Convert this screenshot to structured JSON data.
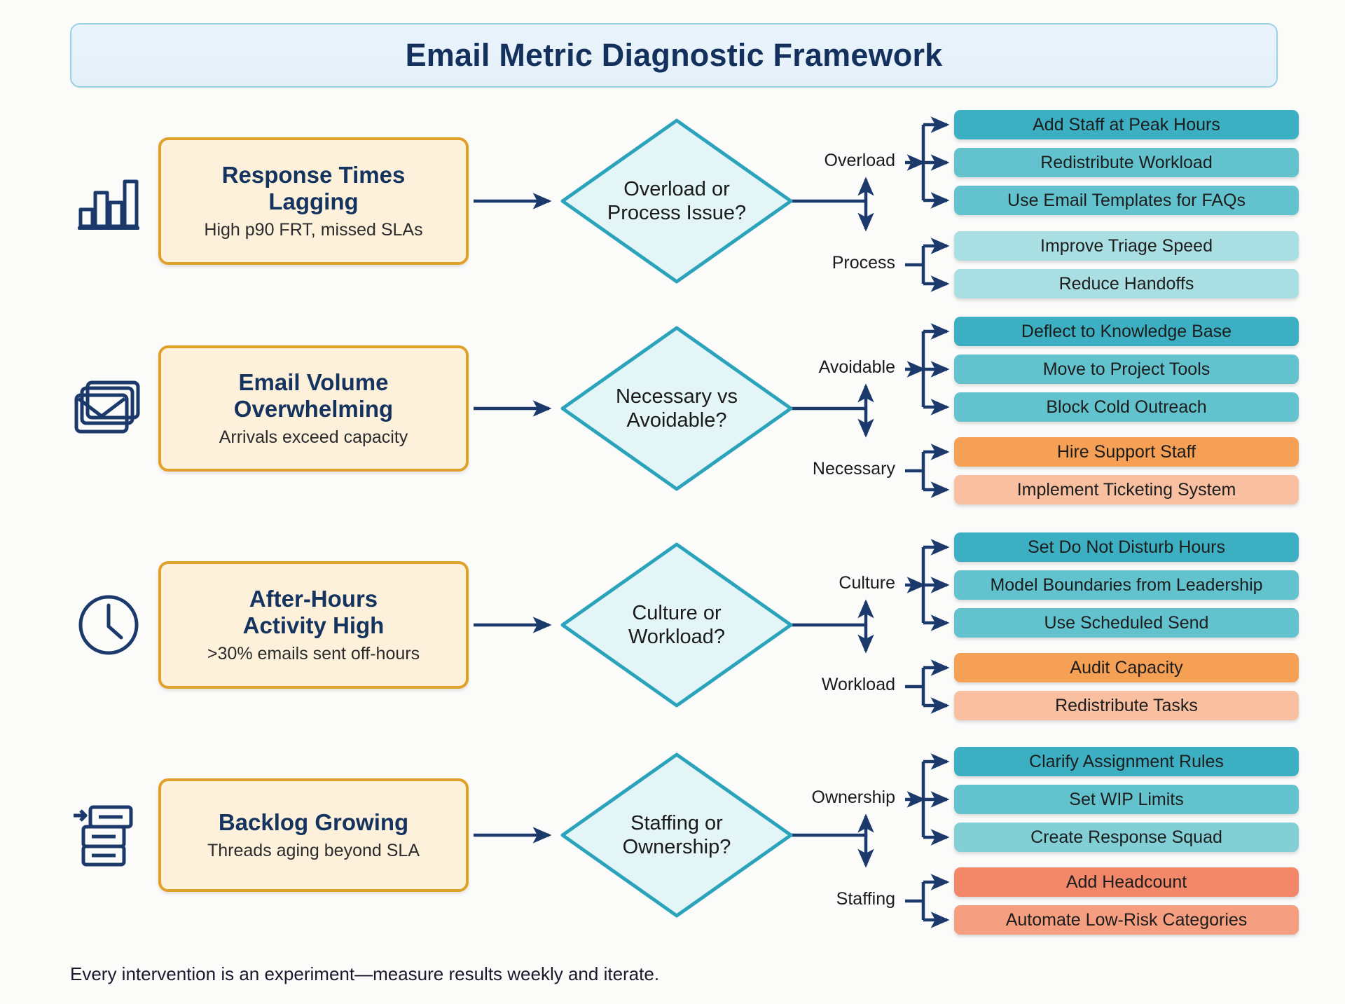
{
  "title": "Email Metric Diagnostic Framework",
  "footer": "Every intervention is an experiment—measure results weekly and iterate.",
  "colors": {
    "page_background": "#fbfbfa",
    "title_background": "#e6f1f9",
    "title_border": "#9ad1e3",
    "title_text": "#13315c",
    "problem_fill": "#fdf1dc",
    "problem_border": "#e0a12a",
    "problem_title_text": "#14335e",
    "diamond_fill": "#e3f5f6",
    "diamond_border": "#2aa3bb",
    "connector": "#1b3a6b",
    "teal_dark": "#3cafc2",
    "teal_mid": "#62c3ce",
    "teal_light": "#82d0d6",
    "teal_pale": "#a9dfe2",
    "orange_dark": "#f5a055",
    "orange_light": "#f9bfa1",
    "orange_red": "#f2876a",
    "orange_salmon": "#f59f80"
  },
  "rows": [
    {
      "icon": "bar-chart-icon",
      "problem": {
        "title_line1": "Response Times",
        "title_line2": "Lagging",
        "subtitle": "High p90 FRT, missed SLAs"
      },
      "decision": {
        "line1": "Overload or",
        "line2": "Process Issue?"
      },
      "branches": [
        {
          "label": "Overload",
          "actions": [
            {
              "text": "Add Staff at Peak Hours",
              "color": "#3cafc2"
            },
            {
              "text": "Redistribute Workload",
              "color": "#62c3ce"
            },
            {
              "text": "Use Email Templates for FAQs",
              "color": "#62c3ce"
            }
          ]
        },
        {
          "label": "Process",
          "actions": [
            {
              "text": "Improve Triage Speed",
              "color": "#a9dfe2"
            },
            {
              "text": "Reduce Handoffs",
              "color": "#a9dfe2"
            }
          ]
        }
      ]
    },
    {
      "icon": "stacked-envelopes-icon",
      "problem": {
        "title_line1": "Email Volume",
        "title_line2": "Overwhelming",
        "subtitle": "Arrivals exceed capacity"
      },
      "decision": {
        "line1": "Necessary vs",
        "line2": "Avoidable?"
      },
      "branches": [
        {
          "label": "Avoidable",
          "actions": [
            {
              "text": "Deflect to Knowledge Base",
              "color": "#3cafc2"
            },
            {
              "text": "Move to Project Tools",
              "color": "#62c3ce"
            },
            {
              "text": "Block Cold Outreach",
              "color": "#62c3ce"
            }
          ]
        },
        {
          "label": "Necessary",
          "actions": [
            {
              "text": "Hire Support Staff",
              "color": "#f5a055"
            },
            {
              "text": "Implement Ticketing System",
              "color": "#f9bfa1"
            }
          ]
        }
      ]
    },
    {
      "icon": "clock-icon",
      "problem": {
        "title_line1": "After-Hours",
        "title_line2": "Activity High",
        "subtitle": ">30% emails sent off-hours"
      },
      "decision": {
        "line1": "Culture or",
        "line2": "Workload?"
      },
      "branches": [
        {
          "label": "Culture",
          "actions": [
            {
              "text": "Set Do Not Disturb Hours",
              "color": "#3cafc2"
            },
            {
              "text": "Model Boundaries from Leadership",
              "color": "#62c3ce"
            },
            {
              "text": "Use Scheduled Send",
              "color": "#62c3ce"
            }
          ]
        },
        {
          "label": "Workload",
          "actions": [
            {
              "text": "Audit Capacity",
              "color": "#f5a055"
            },
            {
              "text": "Redistribute Tasks",
              "color": "#f9bfa1"
            }
          ]
        }
      ]
    },
    {
      "icon": "backlog-stack-icon",
      "problem": {
        "title_line1": "Backlog Growing",
        "title_line2": "",
        "subtitle": "Threads aging beyond SLA"
      },
      "decision": {
        "line1": "Staffing or",
        "line2": "Ownership?"
      },
      "branches": [
        {
          "label": "Ownership",
          "actions": [
            {
              "text": "Clarify Assignment Rules",
              "color": "#3cafc2"
            },
            {
              "text": "Set WIP Limits",
              "color": "#62c3ce"
            },
            {
              "text": "Create Response Squad",
              "color": "#82d0d6"
            }
          ]
        },
        {
          "label": "Staffing",
          "actions": [
            {
              "text": "Add Headcount",
              "color": "#f2876a"
            },
            {
              "text": "Automate Low-Risk Categories",
              "color": "#f59f80"
            }
          ]
        }
      ]
    }
  ]
}
